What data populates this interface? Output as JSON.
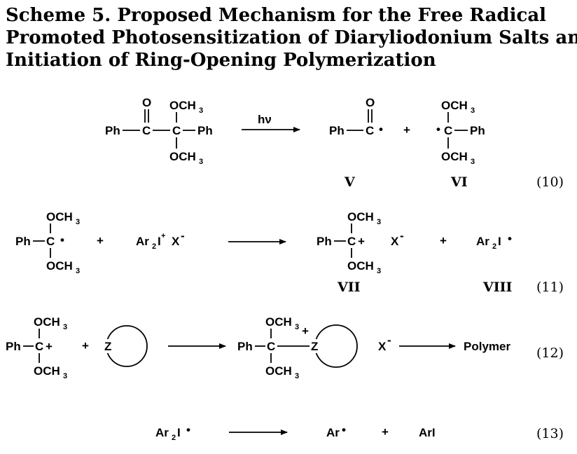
{
  "title": {
    "line1": "Scheme 5. Proposed Mechanism for the Free Radical",
    "line2": "Promoted Photosensitization of Diaryliodonium Salts and",
    "line3": "Initiation of Ring-Opening Polymerization"
  },
  "text": {
    "ph": "Ph",
    "c": "C",
    "o": "O",
    "och": "OCH",
    "three": "3",
    "hv": "hν",
    "plus": "+",
    "radical": "•",
    "x": "X",
    "minus": "-",
    "ar2i_base": "Ar",
    "two": "2",
    "i": "I",
    "z": "Z",
    "polymer": "Polymer",
    "ar": "Ar",
    "ari": "ArI"
  },
  "labels": {
    "v": "V",
    "vi": "VI",
    "vii": "VII",
    "viii": "VIII"
  },
  "equation_numbers": {
    "eq10": "(10)",
    "eq11": "(11)",
    "eq12": "(12)",
    "eq13": "(13)"
  }
}
